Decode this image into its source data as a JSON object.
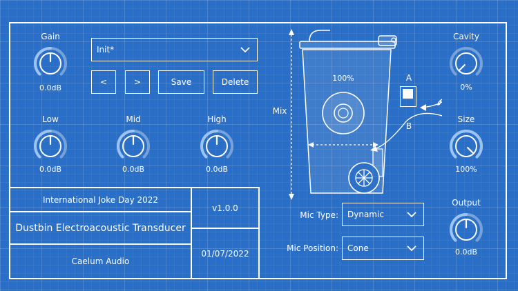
{
  "knobs": {
    "gain": {
      "label": "Gain",
      "value": "0.0dB",
      "level": 0.5
    },
    "low": {
      "label": "Low",
      "value": "0.0dB",
      "level": 0.5
    },
    "mid": {
      "label": "Mid",
      "value": "0.0dB",
      "level": 0.5
    },
    "high": {
      "label": "High",
      "value": "0.0dB",
      "level": 0.5
    },
    "cavity": {
      "label": "Cavity",
      "value": "0%",
      "level": 0.0
    },
    "size": {
      "label": "Size",
      "value": "100%",
      "level": 1.0
    },
    "output": {
      "label": "Output",
      "value": "0.0dB",
      "level": 0.5
    }
  },
  "preset": {
    "selected": "Init*",
    "prev_label": "<",
    "next_label": ">",
    "save_label": "Save",
    "delete_label": "Delete"
  },
  "mix": {
    "label": "Mix",
    "value": "100%"
  },
  "switch": {
    "top_label": "A",
    "bottom_label": "B"
  },
  "info": {
    "event": "International Joke Day 2022",
    "title": "Dustbin Electroacoustic Transducer",
    "company": "Caelum Audio",
    "version": "v1.0.0",
    "date": "01/07/2022"
  },
  "mic_type": {
    "label": "Mic Type:",
    "value": "Dynamic"
  },
  "mic_position": {
    "label": "Mic Position:",
    "value": "Cone"
  },
  "colors": {
    "background": "#2a6fc7",
    "line": "#ffffff",
    "accent": "#9cc4f2"
  }
}
